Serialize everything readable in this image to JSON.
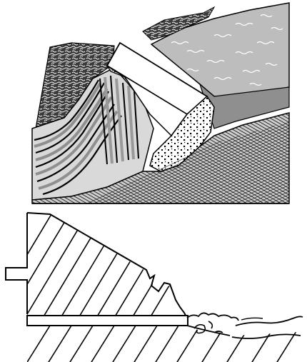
{
  "figure": {
    "panels": [
      {
        "id": "top",
        "depicts": "dam",
        "components": [
          "reservoir-water",
          "dam-body",
          "abutment-rock",
          "folded-rock-strata",
          "conglomerate-layer",
          "foundation-bedrock"
        ]
      },
      {
        "id": "bottom",
        "depicts": "dam-section",
        "components": [
          "dam-section-hatched",
          "outlet-conduit",
          "spillway-apron",
          "tailwater-flow",
          "ground-hatching"
        ]
      }
    ],
    "colors": {
      "ink": "#000000",
      "water": "#bdbdbd",
      "strata_dark": "#8f8f8f",
      "strata_light": "#d9d9d9",
      "paper": "#ffffff"
    }
  }
}
